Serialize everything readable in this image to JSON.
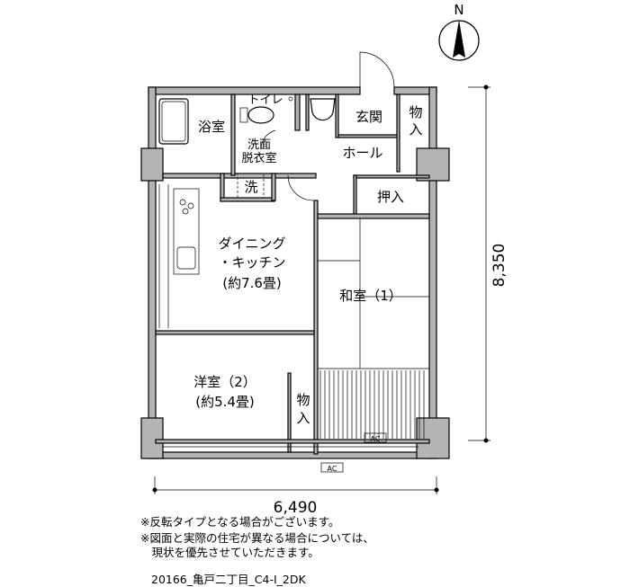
{
  "compass": {
    "label": "N"
  },
  "rooms": {
    "bath": "浴室",
    "toilet": "トイレ",
    "washroom_line1": "洗面",
    "washroom_line2": "脱衣室",
    "washer": "洗",
    "entrance": "玄関",
    "hall": "ホール",
    "storage_top_line1": "物",
    "storage_top_line2": "入",
    "closet": "押入",
    "dk_line1": "ダイニング",
    "dk_line2": "・キッチン",
    "dk_area": "(約7.6畳)",
    "washitsu": "和室（1）",
    "youshitsu": "洋室（2）",
    "youshitsu_area": "(約5.4畳)",
    "storage_bottom_line1": "物",
    "storage_bottom_line2": "入",
    "ac_balcony": "AC",
    "ac_outside": "AC"
  },
  "dimensions": {
    "height": "8,350",
    "width": "6,490"
  },
  "notes": [
    "※反転タイプとなる場合がございます。",
    "※図面と実際の住宅が異なる場合については、",
    "　現状を優先させていただきます。"
  ],
  "plan_id": "20166_亀戸二丁目_C4-Ⅰ_2DK"
}
